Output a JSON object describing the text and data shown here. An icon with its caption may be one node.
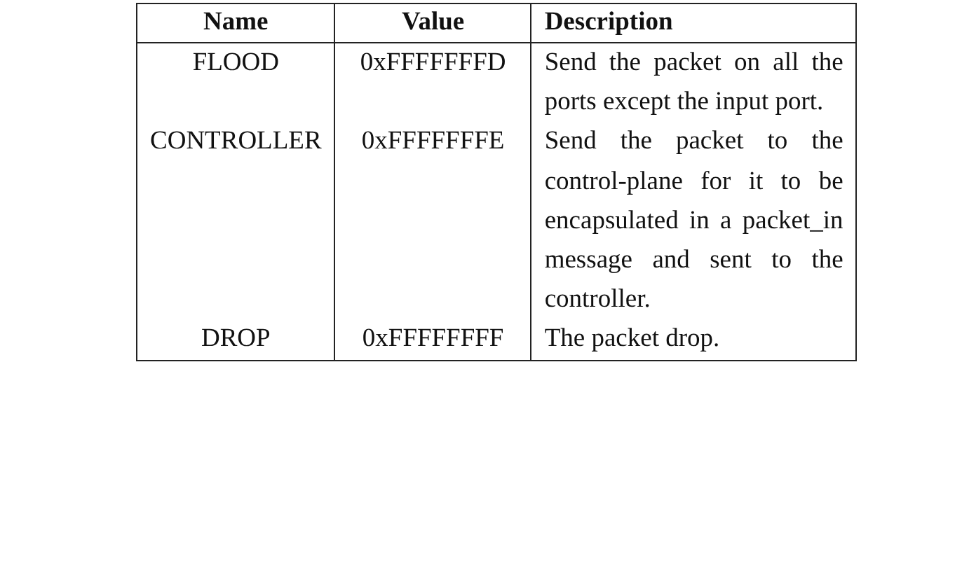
{
  "diagram": {
    "labels": [
      "Name",
      "Value",
      "Description",
      "FLOOD",
      "0xFFFFFFFD",
      "Send the packet on all the ports except the input port.",
      "CONTROLLER",
      "0xFFFFFFFE",
      "Send the packet to the control-plane for it to be encapsulated in a packet_in message and sent to the controller.",
      "DROP",
      "0xFFFFFFFF",
      "The packet drop."
    ]
  }
}
